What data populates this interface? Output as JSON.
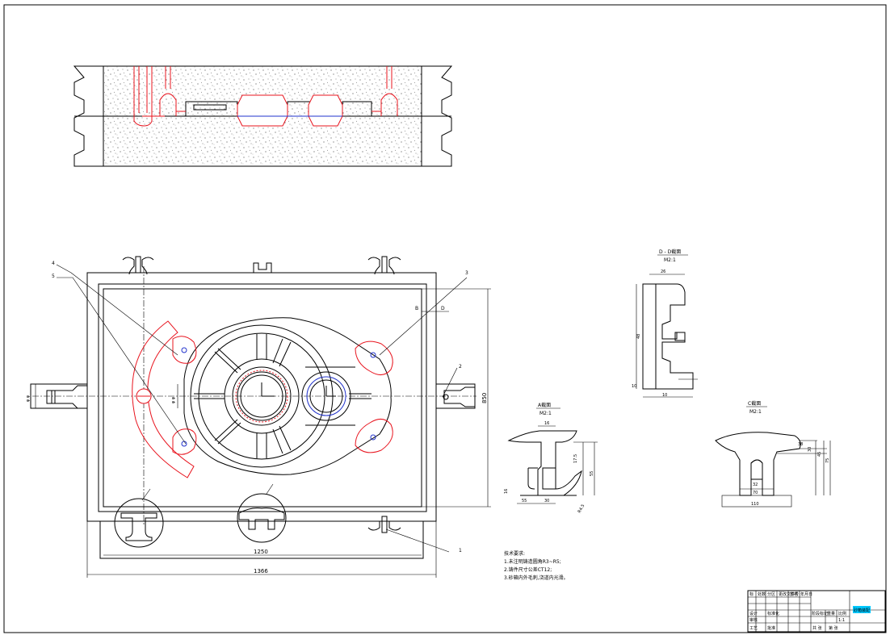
{
  "dimensions": {
    "width_1250": "1250",
    "width_1366": "1366",
    "height_850": "850",
    "left_dim": "φ φ",
    "vert_dim": "φ φ"
  },
  "balloons": {
    "b1": "1",
    "b2": "2",
    "b3": "3",
    "b4": "4",
    "b5": "5",
    "bB": "B",
    "bD": "D"
  },
  "section_views": {
    "d_title": "D - D截面",
    "d_scale": "M2:1",
    "d_dim_top": "26",
    "d_dim_bottom": "10",
    "d_dim_side": "10",
    "d_dim_vert": "48",
    "a_title": "A截面",
    "a_scale": "M2:1",
    "a_dim_top": "16",
    "a_dim_bl": "55",
    "a_dim_bm": "30",
    "a_dim_left": "16",
    "a_dim_r1": "17.5",
    "a_dim_r2": "55",
    "a_dim_r3": "R4.5",
    "c_title": "C截面",
    "c_scale": "M2:1",
    "c_dim_32": "32",
    "c_dim_70": "70",
    "c_dim_110": "110",
    "c_dim_38": "38",
    "c_dim_30": "30",
    "c_dim_45": "45",
    "c_dim_75": "75"
  },
  "notes": {
    "heading": "技术要求:",
    "line1": "1.未注明铸造圆角R3~R5;",
    "line2": "2.铸件尺寸公差CT12;",
    "line3": "3.砂箱内外毛刺,浇道内光滑。"
  },
  "title_block": {
    "r1": [
      "标",
      "处数",
      "分区",
      "更改文件号",
      "签名",
      "年月日"
    ],
    "r2": [
      "设计",
      "",
      "标准化",
      "",
      "阶段标记",
      "重量",
      "比例"
    ],
    "r3": [
      "审核",
      "",
      "",
      "",
      "",
      "",
      "1:1"
    ],
    "r4": [
      "工艺",
      "",
      "批准",
      "",
      "共 张",
      "第 张"
    ],
    "stamp": "砂箱装配"
  },
  "colors": {
    "red": "#e8141e",
    "blue": "#2233cc",
    "stamp": "#00c8ff"
  }
}
